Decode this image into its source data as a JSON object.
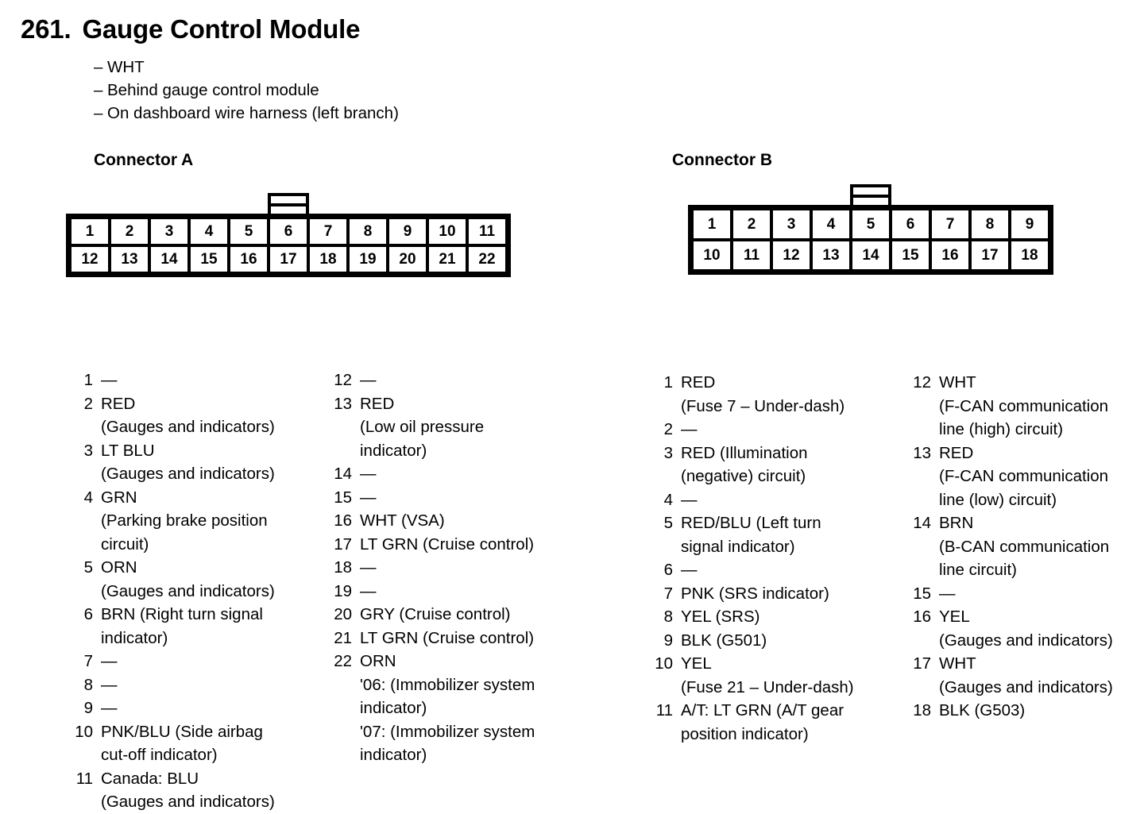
{
  "header": {
    "number": "261.",
    "title": "Gauge Control Module",
    "notes": [
      "WHT",
      "Behind gauge control module",
      "On dashboard wire harness (left branch)"
    ],
    "note_dash": "–"
  },
  "connectors": [
    {
      "id": "a",
      "heading": "Connector A",
      "cavity_count": 22,
      "columns": 11,
      "tab_over_column": 6,
      "rows": [
        [
          "1",
          "2",
          "3",
          "4",
          "5",
          "6",
          "7",
          "8",
          "9",
          "10",
          "11"
        ],
        [
          "12",
          "13",
          "14",
          "15",
          "16",
          "17",
          "18",
          "19",
          "20",
          "21",
          "22"
        ]
      ],
      "pins_column_1": [
        {
          "num": "1",
          "lines": [
            "—"
          ]
        },
        {
          "num": "2",
          "lines": [
            "RED",
            "(Gauges and indicators)"
          ]
        },
        {
          "num": "3",
          "lines": [
            "LT BLU",
            "(Gauges and indicators)"
          ]
        },
        {
          "num": "4",
          "lines": [
            "GRN",
            "(Parking brake position",
            "circuit)"
          ]
        },
        {
          "num": "5",
          "lines": [
            "ORN",
            "(Gauges and indicators)"
          ]
        },
        {
          "num": "6",
          "lines": [
            "BRN (Right turn signal",
            "indicator)"
          ]
        },
        {
          "num": "7",
          "lines": [
            "—"
          ]
        },
        {
          "num": "8",
          "lines": [
            "—"
          ]
        },
        {
          "num": "9",
          "lines": [
            "—"
          ]
        },
        {
          "num": "10",
          "lines": [
            "PNK/BLU (Side airbag",
            "cut-off indicator)"
          ]
        },
        {
          "num": "11",
          "lines": [
            "Canada: BLU",
            "(Gauges and indicators)"
          ]
        }
      ],
      "pins_column_2": [
        {
          "num": "12",
          "lines": [
            "—"
          ]
        },
        {
          "num": "13",
          "lines": [
            "RED",
            "(Low oil pressure",
            "indicator)"
          ]
        },
        {
          "num": "14",
          "lines": [
            "—"
          ]
        },
        {
          "num": "15",
          "lines": [
            "—"
          ]
        },
        {
          "num": "16",
          "lines": [
            "WHT (VSA)"
          ]
        },
        {
          "num": "17",
          "lines": [
            "LT GRN (Cruise control)"
          ]
        },
        {
          "num": "18",
          "lines": [
            "—"
          ]
        },
        {
          "num": "19",
          "lines": [
            "—"
          ]
        },
        {
          "num": "20",
          "lines": [
            "GRY (Cruise control)"
          ]
        },
        {
          "num": "21",
          "lines": [
            "LT GRN (Cruise control)"
          ]
        },
        {
          "num": "22",
          "lines": [
            "ORN",
            "'06: (Immobilizer system",
            "indicator)",
            "'07: (Immobilizer system",
            "indicator)"
          ]
        }
      ]
    },
    {
      "id": "b",
      "heading": "Connector B",
      "cavity_count": 18,
      "columns": 9,
      "tab_over_column": 5,
      "rows": [
        [
          "1",
          "2",
          "3",
          "4",
          "5",
          "6",
          "7",
          "8",
          "9"
        ],
        [
          "10",
          "11",
          "12",
          "13",
          "14",
          "15",
          "16",
          "17",
          "18"
        ]
      ],
      "pins_column_1": [
        {
          "num": "1",
          "lines": [
            "RED",
            "(Fuse 7 – Under-dash)"
          ]
        },
        {
          "num": "2",
          "lines": [
            "—"
          ]
        },
        {
          "num": "3",
          "lines": [
            "RED (Illumination",
            "(negative) circuit)"
          ]
        },
        {
          "num": "4",
          "lines": [
            "—"
          ]
        },
        {
          "num": "5",
          "lines": [
            "RED/BLU (Left turn",
            "signal indicator)"
          ]
        },
        {
          "num": "6",
          "lines": [
            "—"
          ]
        },
        {
          "num": "7",
          "lines": [
            "PNK (SRS indicator)"
          ]
        },
        {
          "num": "8",
          "lines": [
            "YEL (SRS)"
          ]
        },
        {
          "num": "9",
          "lines": [
            "BLK (G501)"
          ]
        },
        {
          "num": "10",
          "lines": [
            "YEL",
            "(Fuse 21 – Under-dash)"
          ]
        },
        {
          "num": "11",
          "lines": [
            "A/T: LT GRN (A/T gear",
            "position indicator)"
          ]
        }
      ],
      "pins_column_2": [
        {
          "num": "12",
          "lines": [
            "WHT",
            "(F-CAN communication",
            "line (high) circuit)"
          ]
        },
        {
          "num": "13",
          "lines": [
            "RED",
            "(F-CAN communication",
            "line (low) circuit)"
          ]
        },
        {
          "num": "14",
          "lines": [
            "BRN",
            "(B-CAN communication",
            "line circuit)"
          ]
        },
        {
          "num": "15",
          "lines": [
            "—"
          ]
        },
        {
          "num": "16",
          "lines": [
            "YEL",
            "(Gauges and indicators)"
          ]
        },
        {
          "num": "17",
          "lines": [
            "WHT",
            "(Gauges and indicators)"
          ]
        },
        {
          "num": "18",
          "lines": [
            "BLK (G503)"
          ]
        }
      ]
    }
  ],
  "colors": {
    "ink": "#000000",
    "paper": "#ffffff"
  }
}
